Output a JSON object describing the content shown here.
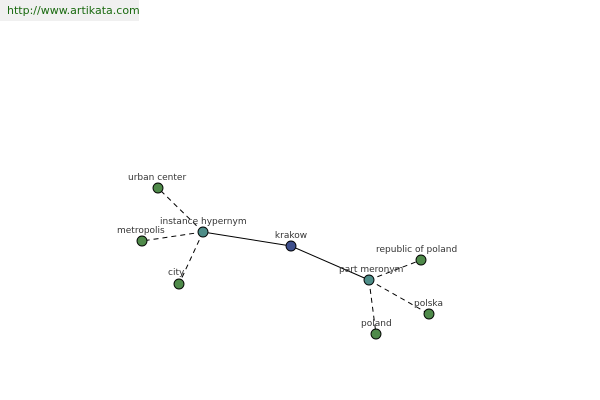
{
  "header": {
    "url_text": "http://www.artikata.com"
  },
  "colors": {
    "hub": "#3e4f8c",
    "relation": "#4e8d88",
    "leaf": "#4f8a4a",
    "link_text": "#1a6a10",
    "edge": "#000000"
  },
  "graph": {
    "nodes": [
      {
        "id": "krakow",
        "label": "krakow",
        "kind": "hub"
      },
      {
        "id": "instance-hypernym",
        "label": "instance hypernym",
        "kind": "relation"
      },
      {
        "id": "part-meronym",
        "label": "part meronym",
        "kind": "relation"
      },
      {
        "id": "urban-center",
        "label": "urban center",
        "kind": "leaf"
      },
      {
        "id": "metropolis",
        "label": "metropolis",
        "kind": "leaf"
      },
      {
        "id": "city",
        "label": "city",
        "kind": "leaf"
      },
      {
        "id": "republic-of-poland",
        "label": "republic of poland",
        "kind": "leaf"
      },
      {
        "id": "polska",
        "label": "polska",
        "kind": "leaf"
      },
      {
        "id": "poland",
        "label": "poland",
        "kind": "leaf"
      }
    ],
    "edges": [
      {
        "from": "krakow",
        "to": "instance-hypernym",
        "style": "solid"
      },
      {
        "from": "krakow",
        "to": "part-meronym",
        "style": "solid"
      },
      {
        "from": "instance-hypernym",
        "to": "urban-center",
        "style": "dashed"
      },
      {
        "from": "instance-hypernym",
        "to": "metropolis",
        "style": "dashed"
      },
      {
        "from": "instance-hypernym",
        "to": "city",
        "style": "dashed"
      },
      {
        "from": "part-meronym",
        "to": "republic-of-poland",
        "style": "dashed"
      },
      {
        "from": "part-meronym",
        "to": "polska",
        "style": "dashed"
      },
      {
        "from": "part-meronym",
        "to": "poland",
        "style": "dashed"
      }
    ]
  }
}
